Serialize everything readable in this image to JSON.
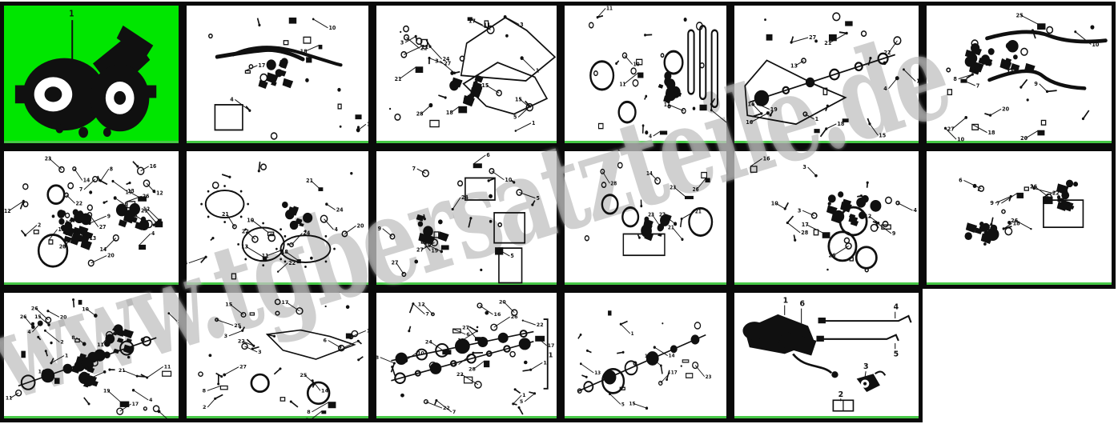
{
  "page": {
    "kind": "spare-parts-catalog-thumbnail-grid",
    "colors": {
      "background_green": "#00d300",
      "selected_cell_green": "#00e600",
      "cell_background": "#ffffff",
      "cell_border": "#0a0a0a",
      "separator_green_line": "#46c846",
      "drawing_ink": "#101010",
      "watermark_gray": "rgba(170,170,170,0.55)"
    }
  },
  "watermark": {
    "text": "www.tgbersatzteile.de"
  },
  "grid": {
    "columns": 6,
    "rows": 3,
    "thumbnail_count": 17,
    "selected_index": 0
  },
  "panels": [
    {
      "name": "engine-overview",
      "row": 0,
      "col": 0,
      "type": "silhouette",
      "selected": true,
      "seed": 101,
      "callouts": [
        "1"
      ],
      "f": {}
    },
    {
      "name": "air-intake",
      "row": 0,
      "col": 1,
      "type": "scatter",
      "selected": false,
      "seed": 202,
      "callouts": [],
      "f": {
        "parts": 20,
        "pipes": 2,
        "cluster": 1,
        "boxes": 1,
        "spread": 0.9
      }
    },
    {
      "name": "carburetor",
      "row": 0,
      "col": 2,
      "type": "scatter",
      "selected": false,
      "seed": 303,
      "callouts": [],
      "f": {
        "parts": 30,
        "poly": 2,
        "cluster": 1
      }
    },
    {
      "name": "cylinder-gaskets",
      "row": 0,
      "col": 3,
      "type": "scatter",
      "selected": false,
      "seed": 404,
      "callouts": [],
      "f": {
        "parts": 26,
        "rings": 3,
        "chains": 3,
        "cluster": 1
      }
    },
    {
      "name": "camshaft-rockers",
      "row": 0,
      "col": 4,
      "type": "scatter",
      "selected": false,
      "seed": 505,
      "callouts": [],
      "f": {
        "parts": 26,
        "poly": 1,
        "shaft": 1
      }
    },
    {
      "name": "oil-pump-cooling",
      "row": 0,
      "col": 5,
      "type": "scatter",
      "selected": false,
      "seed": 606,
      "callouts": [],
      "f": {
        "parts": 24,
        "pipes": 2,
        "cluster": 2
      }
    },
    {
      "name": "cylinder-head",
      "row": 1,
      "col": 0,
      "type": "scatter",
      "selected": false,
      "seed": 707,
      "callouts": [],
      "f": {
        "parts": 40,
        "cluster": 3,
        "rings": 2,
        "spread": 0.8
      }
    },
    {
      "name": "crankcase-covers",
      "row": 1,
      "col": 1,
      "type": "scatter",
      "selected": false,
      "seed": 808,
      "callouts": [],
      "f": {
        "parts": 22,
        "covers": 3,
        "cluster": 1
      }
    },
    {
      "name": "carburetor-components",
      "row": 1,
      "col": 2,
      "type": "scatter",
      "selected": false,
      "seed": 909,
      "callouts": [],
      "f": {
        "parts": 24,
        "boxes": 3,
        "cluster": 1
      }
    },
    {
      "name": "crankshaft-piston",
      "row": 1,
      "col": 3,
      "type": "scatter",
      "selected": false,
      "seed": 1010,
      "callouts": [],
      "f": {
        "parts": 14,
        "boxes": 1,
        "rings": 3,
        "cluster": 1,
        "spread": 0.8
      }
    },
    {
      "name": "generator-starter-clutch",
      "row": 1,
      "col": 4,
      "type": "scatter",
      "selected": false,
      "seed": 1111,
      "callouts": [],
      "f": {
        "parts": 24,
        "rings": 3,
        "cluster": 2
      }
    },
    {
      "name": "electrical-parts",
      "row": 1,
      "col": 5,
      "type": "scatter",
      "selected": false,
      "seed": 1212,
      "callouts": [],
      "f": {
        "parts": 18,
        "boxes": 1,
        "cluster": 2,
        "spread": 0.5
      }
    },
    {
      "name": "gearshift-transmission",
      "row": 2,
      "col": 0,
      "type": "scatter",
      "selected": false,
      "seed": 1313,
      "callouts": [],
      "f": {
        "parts": 38,
        "cluster": 3,
        "shaft": 1,
        "spread": 0.9
      }
    },
    {
      "name": "final-drive-gearcase",
      "row": 2,
      "col": 1,
      "type": "scatter",
      "selected": false,
      "seed": 1414,
      "callouts": [],
      "f": {
        "parts": 34,
        "poly": 1,
        "rings": 2,
        "spread": 0.9
      }
    },
    {
      "name": "gearbox-shafts",
      "row": 2,
      "col": 2,
      "type": "scatter",
      "selected": false,
      "seed": 1515,
      "callouts": [
        "1"
      ],
      "f": {
        "parts": 32,
        "shaft": 2,
        "bracket": true
      }
    },
    {
      "name": "drive-shaft-kickstart",
      "row": 2,
      "col": 3,
      "type": "scatter",
      "selected": false,
      "seed": 1616,
      "callouts": [],
      "f": {
        "parts": 22,
        "shaft": 1,
        "rings": 1
      }
    },
    {
      "name": "reverse-control-cables",
      "row": 2,
      "col": 4,
      "type": "cables",
      "selected": false,
      "seed": 1717,
      "callouts": [
        "1",
        "6",
        "4",
        "5",
        "3",
        "2"
      ],
      "f": {}
    }
  ]
}
